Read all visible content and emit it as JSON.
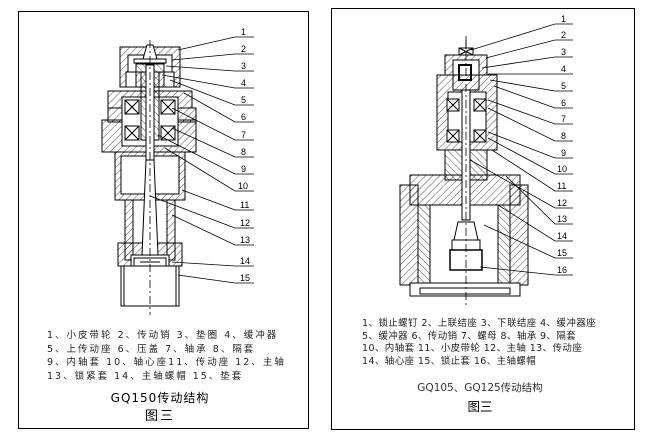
{
  "figures": [
    {
      "id": "left",
      "caption": "GQ150传动结构",
      "figure_label": "图三",
      "callout_numbers": [
        "1",
        "2",
        "3",
        "4",
        "5",
        "6",
        "7",
        "8",
        "9",
        "10",
        "11",
        "12",
        "13",
        "14",
        "15"
      ],
      "legend_lines": [
        "1、小皮带轮 2、传动销 3、垫圈 4、缓冲器",
        "5、上传动座 6、压盖 7、轴承 8、隔套",
        "9、内轴套 10、轴心座11、传动座 12、主轴",
        "13、锁紧套 14、主轴螺帽 15、垫套"
      ],
      "parts": [
        {
          "no": 1,
          "name": "小皮带轮"
        },
        {
          "no": 2,
          "name": "传动销"
        },
        {
          "no": 3,
          "name": "垫圈"
        },
        {
          "no": 4,
          "name": "缓冲器"
        },
        {
          "no": 5,
          "name": "上传动座"
        },
        {
          "no": 6,
          "name": "压盖"
        },
        {
          "no": 7,
          "name": "轴承"
        },
        {
          "no": 8,
          "name": "隔套"
        },
        {
          "no": 9,
          "name": "内轴套"
        },
        {
          "no": 10,
          "name": "轴心座"
        },
        {
          "no": 11,
          "name": "传动座"
        },
        {
          "no": 12,
          "name": "主轴"
        },
        {
          "no": 13,
          "name": "锁紧套"
        },
        {
          "no": 14,
          "name": "主轴螺帽"
        },
        {
          "no": 15,
          "name": "垫套"
        }
      ]
    },
    {
      "id": "right",
      "caption": "GQ105、GQ125传动结构",
      "figure_label": "图三",
      "callout_numbers": [
        "1",
        "2",
        "3",
        "4",
        "5",
        "6",
        "7",
        "8",
        "9",
        "10",
        "11",
        "12",
        "13",
        "14",
        "15",
        "16"
      ],
      "legend_lines": [
        "1、锁止螺钉 2、上联结座 3、下联结座 4、缓冲器座",
        "5、缓冲器 6、传动销 7、螺母 8、轴承 9、隔套",
        "10、内轴套 11、小皮带轮 12、主轴 13、传动座",
        "14、轴心座 15、锁止套 16、主轴螺帽"
      ],
      "parts": [
        {
          "no": 1,
          "name": "锁止螺钉"
        },
        {
          "no": 2,
          "name": "上联结座"
        },
        {
          "no": 3,
          "name": "下联结座"
        },
        {
          "no": 4,
          "name": "缓冲器座"
        },
        {
          "no": 5,
          "name": "缓冲器"
        },
        {
          "no": 6,
          "name": "传动销"
        },
        {
          "no": 7,
          "name": "螺母"
        },
        {
          "no": 8,
          "name": "轴承"
        },
        {
          "no": 9,
          "name": "隔套"
        },
        {
          "no": 10,
          "name": "内轴套"
        },
        {
          "no": 11,
          "name": "小皮带轮"
        },
        {
          "no": 12,
          "name": "主轴"
        },
        {
          "no": 13,
          "name": "传动座"
        },
        {
          "no": 14,
          "name": "轴心座"
        },
        {
          "no": 15,
          "name": "锁止套"
        },
        {
          "no": 16,
          "name": "主轴螺帽"
        }
      ]
    }
  ]
}
